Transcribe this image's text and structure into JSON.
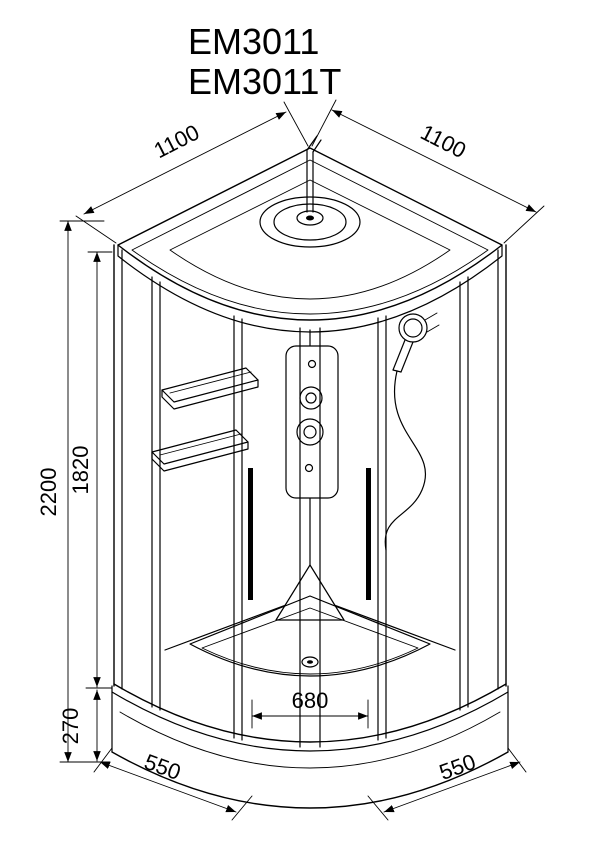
{
  "title": {
    "line1": "EM3011",
    "line2": "EM3011T"
  },
  "dimensions": {
    "width_left": "1100",
    "width_right": "1100",
    "height_total": "2200",
    "height_glass": "1820",
    "height_tray": "270",
    "front_left": "550",
    "door_opening": "680",
    "front_right": "550"
  },
  "colors": {
    "line": "#000000",
    "background": "#ffffff"
  }
}
